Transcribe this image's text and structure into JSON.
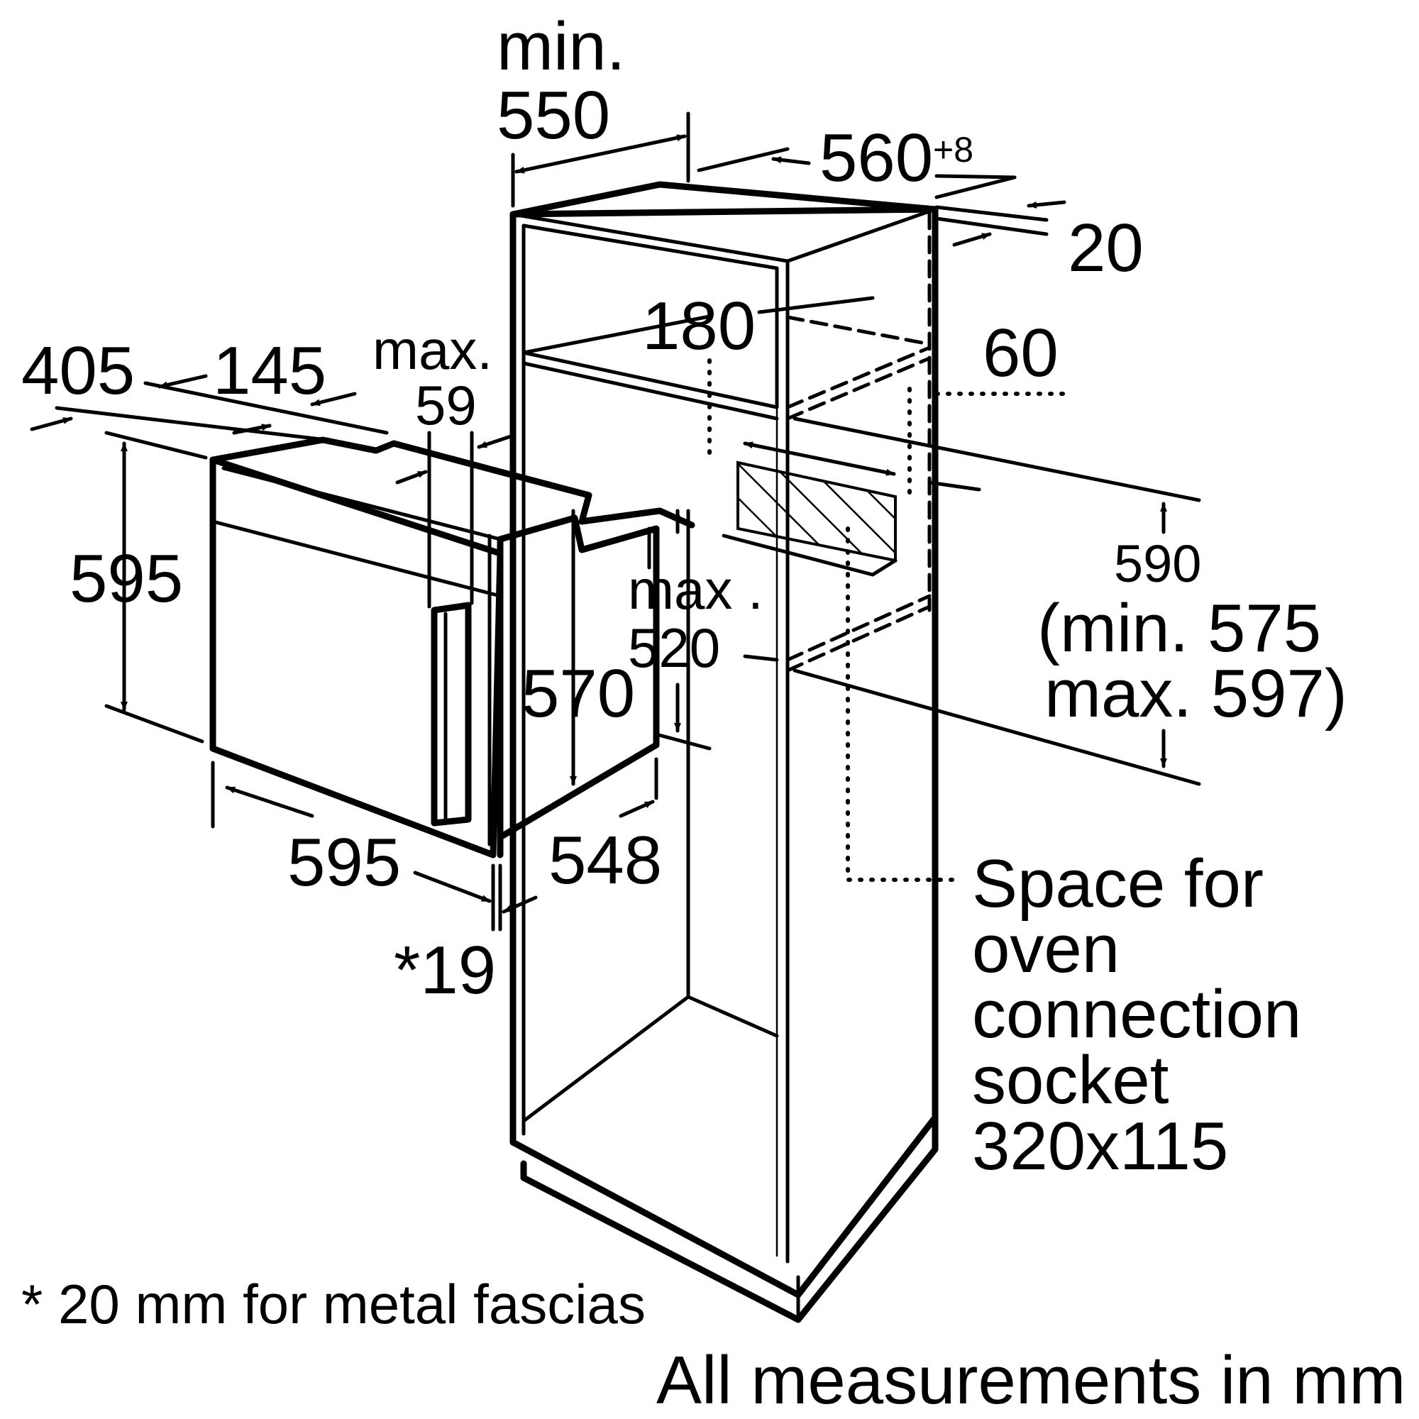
{
  "colors": {
    "line": "#000000",
    "background": "#ffffff"
  },
  "dimensions": {
    "cabinet_depth": {
      "prefix": "min.",
      "value": "550"
    },
    "niche_width": {
      "value": "560",
      "tolerance": "+8"
    },
    "side_thickness": "20",
    "top_gap": "180",
    "socket_offset": "60",
    "oven_depth_total": "405",
    "oven_depth_front": "145",
    "fascia_depth": {
      "prefix": "max.",
      "value": "59"
    },
    "oven_height": "595",
    "body_height": "570",
    "body_depth_limit": {
      "prefix": "max .",
      "value": "520"
    },
    "niche_height": {
      "value": "590",
      "min": "(min. 575",
      "max": "max. 597)"
    },
    "oven_width": "595",
    "body_width": "548",
    "door_thickness": "*19"
  },
  "socket_note": [
    "Space for",
    "oven",
    "connection",
    "socket",
    "320x115"
  ],
  "footnote": "* 20 mm for metal fascias",
  "units_note": "All measurements in mm"
}
